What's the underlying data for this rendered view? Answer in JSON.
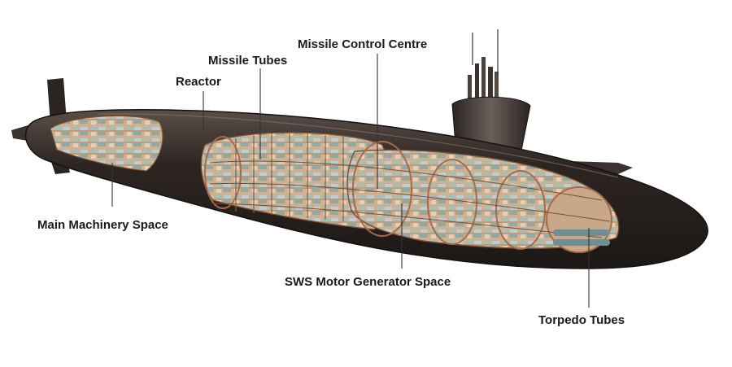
{
  "labels": {
    "missile_control_centre": "Missile Control Centre",
    "missile_tubes": "Missile Tubes",
    "reactor": "Reactor",
    "main_machinery_space": "Main Machinery Space",
    "sws_motor_generator_space": "SWS Motor Generator Space",
    "torpedo_tubes": "Torpedo Tubes"
  },
  "colors": {
    "hull_dark": "#2a2422",
    "hull_mid": "#4a403c",
    "interior_tan": "#c9a88a",
    "interior_light": "#e6cfb4",
    "equipment_teal": "#8fb8b0",
    "equipment_blue": "#a9c2cf",
    "frame_copper": "#a86a48",
    "leader_line": "#333333",
    "label_text": "#1a1a1a"
  }
}
